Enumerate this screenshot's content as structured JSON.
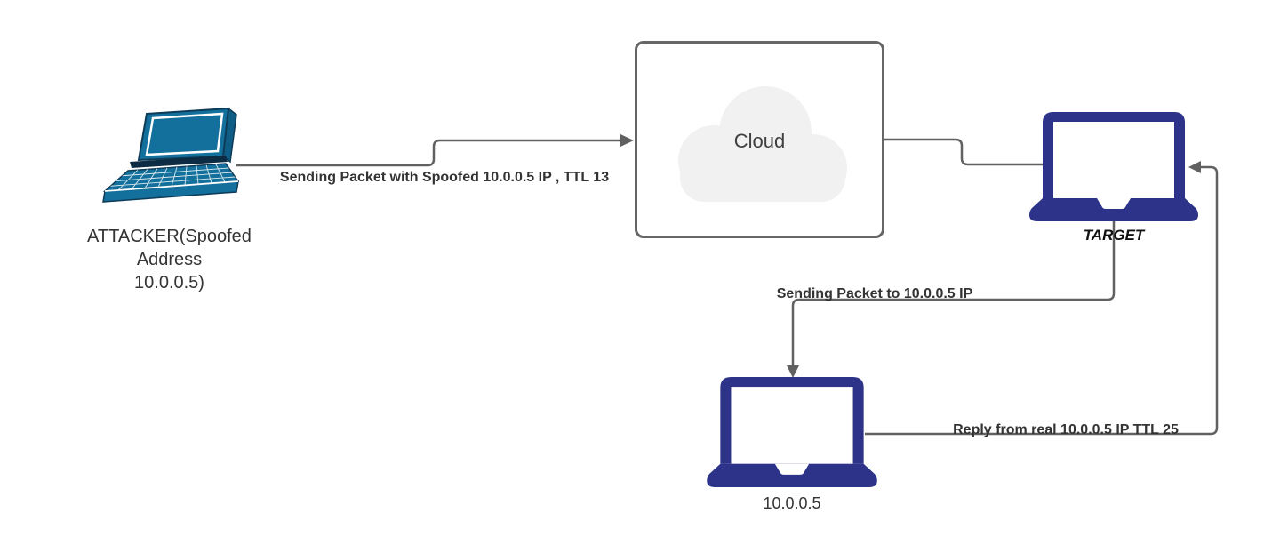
{
  "diagram": {
    "background": "#ffffff",
    "nodes": {
      "attacker": {
        "icon": "laptop-3d-icon",
        "color": "#136f9b",
        "label_line1": "ATTACKER(Spoofed",
        "label_line2": "Address",
        "label_line3": "10.0.0.5)"
      },
      "cloud": {
        "icon": "cloud-icon",
        "label": "Cloud",
        "fill": "#f1f1f2",
        "border_color": "#666666",
        "text_color": "#3f3f3f"
      },
      "target": {
        "icon": "laptop-icon",
        "color": "#2c3389",
        "label": "TARGET"
      },
      "real_host": {
        "icon": "laptop-icon",
        "color": "#2c3389",
        "label": "10.0.0.5"
      }
    },
    "edges": {
      "attacker_to_cloud": {
        "from": "attacker",
        "to": "cloud",
        "label": "Sending Packet with Spoofed 10.0.0.5 IP , TTL 13"
      },
      "cloud_to_target": {
        "from": "cloud",
        "to": "target",
        "label": ""
      },
      "target_to_real_host": {
        "from": "target",
        "to": "real_host",
        "label": "Sending Packet to 10.0.0.5 IP"
      },
      "real_host_to_target": {
        "from": "real_host",
        "to": "target",
        "label": "Reply from real 10.0.0.5 IP TTL 25"
      }
    },
    "colors": {
      "edge_line": "#616161",
      "edge_label_text": "#333333",
      "node_label_text": "#343434",
      "laptop_navy": "#2c3389",
      "laptop_teal": "#136f9b",
      "laptop_teal_dark": "#0d3b58",
      "cloud_fill": "#f1f1f2",
      "box_border": "#666666"
    }
  }
}
